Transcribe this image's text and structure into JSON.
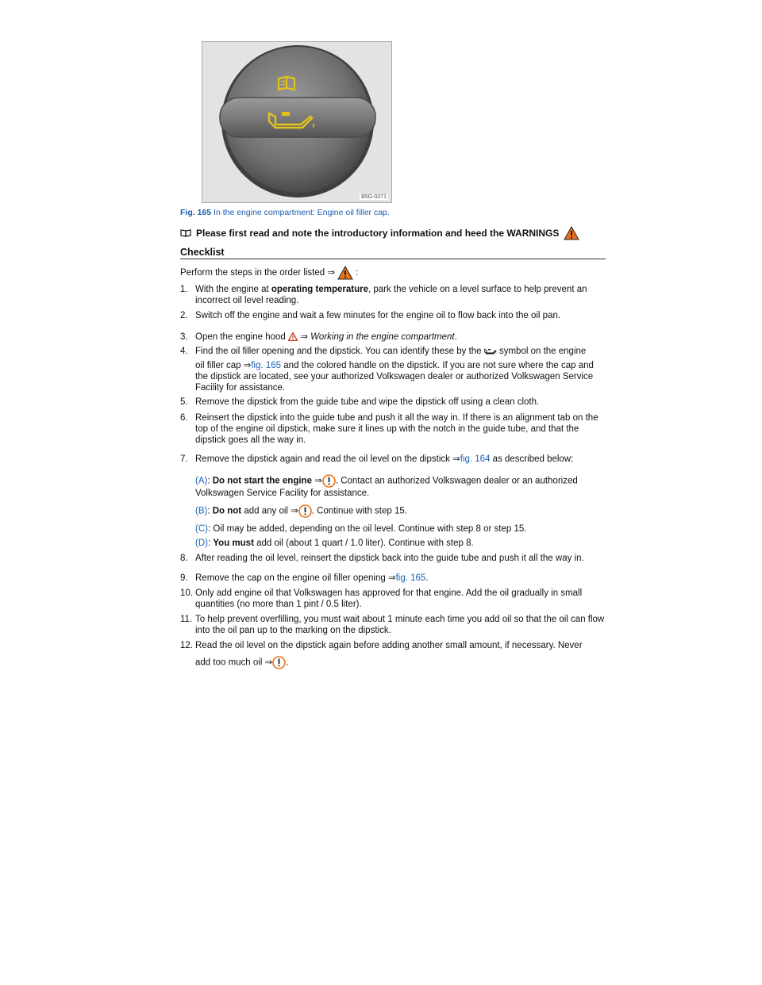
{
  "figure": {
    "code": "B5G-0371",
    "caption_label": "Fig. 165",
    "caption_text": " In the engine compartment: Engine oil filler cap."
  },
  "intro": {
    "text": "Please first read and note the introductory information and heed the WARNINGS"
  },
  "section": {
    "heading": "Checklist",
    "lead": "Perform the steps in the order listed ⇒",
    "lead_end": ":"
  },
  "steps": [
    {
      "num": "1.",
      "pre": "With the engine at ",
      "bold": "operating temperature",
      "post": ", park the vehicle on a level surface to help prevent an incorrect oil level reading."
    },
    {
      "num": "2.",
      "text": "Switch off the engine and wait a few minutes for the engine oil to flow back into the oil pan."
    },
    {
      "num": "3.",
      "pre": "Open the engine hood ",
      "arrow": " ⇒ ",
      "italic": "Working in the engine compartment",
      "post": "."
    },
    {
      "num": "4.",
      "line1_pre": "Find the oil filler opening and the dipstick. You can identify these by the ",
      "line1_post": " symbol on the engine",
      "line2_pre": "oil filler cap ⇒",
      "link": "fig. 165",
      "line2_post": " and the colored handle on the dipstick. If you are not sure where the cap and the dipstick are located, see your authorized Volkswagen dealer or authorized Volkswagen Service Facility for assistance."
    },
    {
      "num": "5.",
      "text": "Remove the dipstick from the guide tube and wipe the dipstick off using a clean cloth."
    },
    {
      "num": "6.",
      "text": "Reinsert the dipstick into the guide tube and push it all the way in. If there is an alignment tab on the top of the engine oil dipstick, make sure it lines up with the notch in the guide tube, and that the dipstick goes all the way in."
    },
    {
      "num": "7.",
      "pre": "Remove the dipstick again and read the oil level on the dipstick ⇒",
      "link": "fig. 164",
      "post": " as described below:"
    },
    {
      "num": "8.",
      "text": "After reading the oil level, reinsert the dipstick back into the guide tube and push it all the way in."
    },
    {
      "num": "9.",
      "pre": "Remove the cap on the engine oil filler opening ⇒",
      "link": "fig. 165",
      "post": "."
    },
    {
      "num": "10.",
      "text": "Only add engine oil that Volkswagen has approved for that engine. Add the oil gradually in small quantities (no more than 1 pint / 0.5 liter)."
    },
    {
      "num": "11.",
      "text": "To help prevent overfilling, you must wait about 1 minute each time you add oil so that the oil can flow into the oil pan up to the marking on the dipstick."
    },
    {
      "num": "12.",
      "line1": "Read the oil level on the dipstick again before adding another small amount, if necessary. Never",
      "line2_pre": "add too much oil ⇒",
      "line2_post": "."
    }
  ],
  "substeps": [
    {
      "label": "(A)",
      "colon": ": ",
      "bold": "Do not start the engine",
      "pre": " ⇒",
      "post": ". Contact an authorized Volkswagen dealer or an authorized Volkswagen Service Facility for assistance."
    },
    {
      "label": "(B)",
      "colon": ": ",
      "bold": "Do not",
      "pre": " add any oil ⇒",
      "post": ". Continue with step 15."
    },
    {
      "label": "(C)",
      "colon": ": ",
      "text": "Oil may be added, depending on the oil level. Continue with step 8 or step 15."
    },
    {
      "label": "(D)",
      "colon": ": ",
      "bold": "You must",
      "text": " add oil (about 1 quart / 1.0 liter). Continue with step 8."
    }
  ],
  "colors": {
    "link": "#1a5fb4",
    "warning": "#e8731a",
    "notice": "#e8731a",
    "cap_symbol": "#e3c21a"
  },
  "icons": [
    "book-icon",
    "warning-triangle-icon",
    "notice-circle-icon",
    "oil-can-icon"
  ]
}
